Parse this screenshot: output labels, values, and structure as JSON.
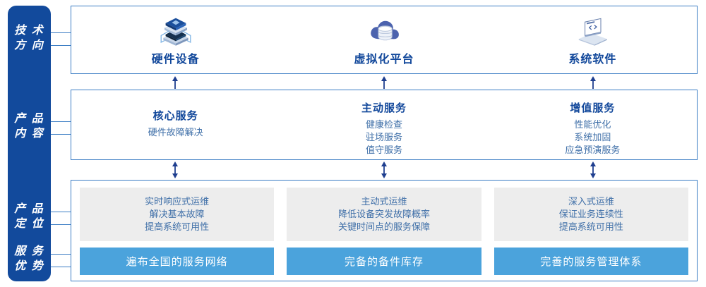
{
  "rail": {
    "items": [
      {
        "name": "technology-direction",
        "line1": "技 术",
        "line2": "方 向"
      },
      {
        "name": "product-content",
        "line1": "产 品",
        "line2": "内 容"
      },
      {
        "name": "product-positioning",
        "line1": "产 品",
        "line2": "定 位"
      },
      {
        "name": "service-advantage",
        "line1": "服 务",
        "line2": "优 势"
      }
    ]
  },
  "technology": {
    "columns": [
      {
        "icon": "server-stack-icon",
        "title": "硬件设备"
      },
      {
        "icon": "cloud-database-icon",
        "title": "虚拟化平台"
      },
      {
        "icon": "laptop-code-icon",
        "title": "系统软件"
      }
    ]
  },
  "product_content": {
    "columns": [
      {
        "heading": "核心服务",
        "items": [
          "硬件故障解决"
        ]
      },
      {
        "heading": "主动服务",
        "items": [
          "健康检查",
          "驻场服务",
          "值守服务"
        ]
      },
      {
        "heading": "增值服务",
        "items": [
          "性能优化",
          "系统加固",
          "应急预演服务"
        ]
      }
    ]
  },
  "product_positioning": {
    "boxes": [
      {
        "lines": [
          "实时响应式运维",
          "解决基本故障",
          "提高系统可用性"
        ]
      },
      {
        "lines": [
          "主动式运维",
          "降低设备突发故障概率",
          "关键时间点的服务保障"
        ]
      },
      {
        "lines": [
          "深入式运维",
          "保证业务连续性",
          "提高系统可用性"
        ]
      }
    ]
  },
  "service_advantage": {
    "bars": [
      "遍布全国的服务网络",
      "完备的备件库存",
      "完善的服务管理体系"
    ]
  },
  "colors": {
    "rail_bg": "#124A9C",
    "panel_border": "#3B7DC4",
    "heading_blue": "#12489B",
    "body_blue": "#3F6FA8",
    "gray_box": "#EDEDED",
    "advantage_bar": "#4BA3DC",
    "arrow": "#1F3F8F"
  }
}
